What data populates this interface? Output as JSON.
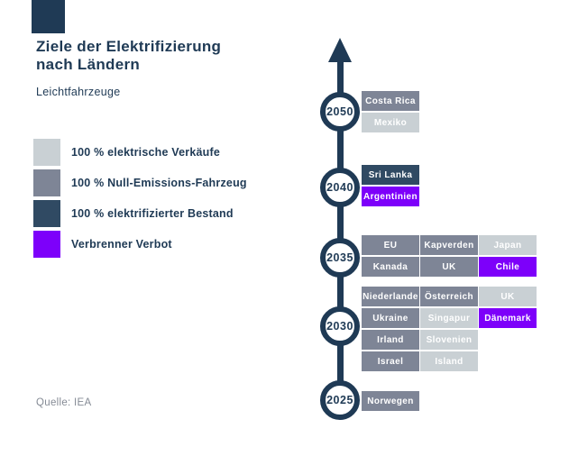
{
  "header": {
    "title": "Ziele der Elektrifizierung nach Ländern",
    "subtitle": "Leichtfahrzeuge",
    "source": "Quelle: IEA"
  },
  "colors": {
    "navy": "#1f3a55",
    "background": "#ffffff",
    "types": {
      "sales": "#c9d0d4",
      "zero_emission": "#7e8596",
      "stock": "#304a63",
      "ban": "#7d00fa"
    }
  },
  "legend": {
    "items": [
      {
        "label": "100 % elektrische Verkäufe",
        "type": "sales"
      },
      {
        "label": "100 % Null-Emissions-Fahrzeug",
        "type": "zero_emission"
      },
      {
        "label": "100 % elektrifizierter Bestand",
        "type": "stock"
      },
      {
        "label": "Verbrenner Verbot",
        "type": "ban"
      }
    ]
  },
  "timeline": {
    "direction": "up",
    "years": [
      {
        "year": "2050",
        "entries": [
          {
            "label": "Costa Rica",
            "type": "zero_emission"
          },
          {
            "label": "Mexiko",
            "type": "sales"
          }
        ]
      },
      {
        "year": "2040",
        "entries": [
          {
            "label": "Sri Lanka",
            "type": "stock"
          },
          {
            "label": "Argentinien",
            "type": "ban"
          }
        ]
      },
      {
        "year": "2035",
        "entries": [
          {
            "label": "EU",
            "type": "zero_emission"
          },
          {
            "label": "Kapverden",
            "type": "zero_emission"
          },
          {
            "label": "Japan",
            "type": "sales"
          },
          {
            "label": "Kanada",
            "type": "zero_emission"
          },
          {
            "label": "UK",
            "type": "zero_emission"
          },
          {
            "label": "Chile",
            "type": "ban"
          }
        ]
      },
      {
        "year": "2030",
        "entries": [
          {
            "label": "Niederlande",
            "type": "zero_emission"
          },
          {
            "label": "Österreich",
            "type": "zero_emission"
          },
          {
            "label": "UK",
            "type": "sales"
          },
          {
            "label": "Ukraine",
            "type": "zero_emission"
          },
          {
            "label": "Singapur",
            "type": "sales"
          },
          {
            "label": "Dänemark",
            "type": "ban"
          },
          {
            "label": "Irland",
            "type": "zero_emission"
          },
          {
            "label": "Slovenien",
            "type": "sales"
          },
          {
            "label": "Israel",
            "type": "zero_emission"
          },
          {
            "label": "Island",
            "type": "sales"
          }
        ]
      },
      {
        "year": "2025",
        "entries": [
          {
            "label": "Norwegen",
            "type": "zero_emission"
          }
        ]
      }
    ]
  }
}
